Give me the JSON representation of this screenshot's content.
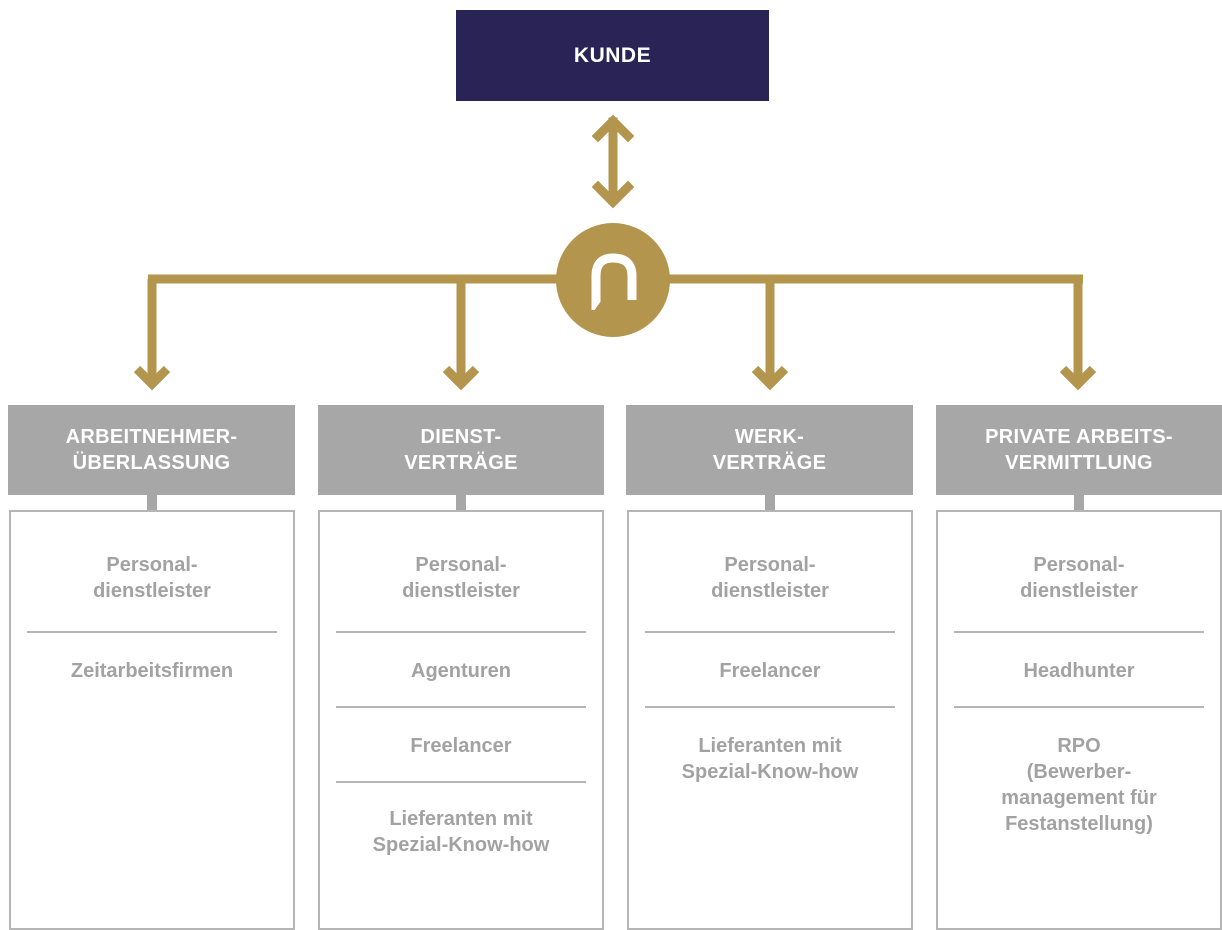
{
  "colors": {
    "navy": "#2a2356",
    "gold": "#b3954e",
    "gray_header": "#a7a7a7",
    "gray_text": "#a2a2a2",
    "gray_line": "#b5b5b5"
  },
  "top": {
    "label": "KUNDE"
  },
  "hub": {
    "icon": "p-logo-icon"
  },
  "columns": [
    {
      "title": [
        "ARBEITNEHMER-",
        "ÜBERLASSUNG"
      ],
      "items": [
        [
          "Personal-",
          "dienstleister"
        ],
        [
          "Zeitarbeitsfirmen"
        ]
      ]
    },
    {
      "title": [
        "DIENST-",
        "VERTRÄGE"
      ],
      "items": [
        [
          "Personal-",
          "dienstleister"
        ],
        [
          "Agenturen"
        ],
        [
          "Freelancer"
        ],
        [
          "Lieferanten mit",
          "Spezial-Know-how"
        ]
      ]
    },
    {
      "title": [
        "WERK-",
        "VERTRÄGE"
      ],
      "items": [
        [
          "Personal-",
          "dienstleister"
        ],
        [
          "Freelancer"
        ],
        [
          "Lieferanten mit",
          "Spezial-Know-how"
        ]
      ]
    },
    {
      "title": [
        "PRIVATE ARBEITS-",
        "VERMITTLUNG"
      ],
      "items": [
        [
          "Personal-",
          "dienstleister"
        ],
        [
          "Headhunter"
        ],
        [
          "RPO",
          "(Bewerber-",
          "management für",
          "Festanstellung)"
        ]
      ]
    }
  ]
}
